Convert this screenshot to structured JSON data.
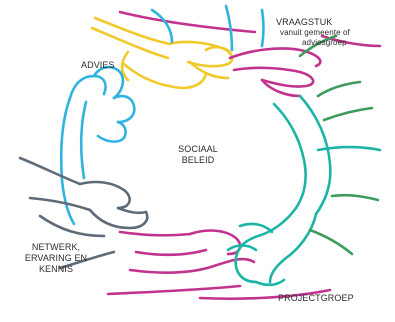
{
  "center": {
    "line1": "SOCIAAL",
    "line2": "BELEID"
  },
  "labels": {
    "advies": "ADVIES",
    "vraagstuk": "VRAAGSTUK",
    "vraagstuk_sub1": "vanuit gemeente of",
    "vraagstuk_sub2": "adviesgroep",
    "netwerk1": "NETWERK,",
    "netwerk2": "ERVARING EN",
    "netwerk3": "KENNIS",
    "projectgroep": "PROJECTGROEP"
  },
  "colors": {
    "yellow": "#f2c92b",
    "blue": "#2fb3df",
    "grey": "#5f6b78",
    "magenta": "#c2338f",
    "teal": "#1cb4a4",
    "green": "#3f9b5c",
    "text": "#2b2b2b"
  }
}
